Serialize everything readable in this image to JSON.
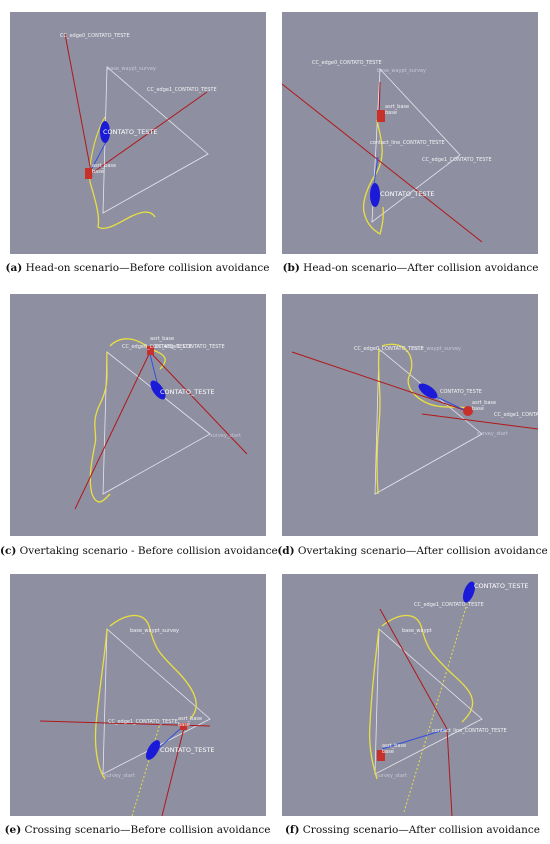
{
  "captions": [
    {
      "letter": "(a)",
      "text": " Head-on scenario—Before collision avoidance"
    },
    {
      "letter": "(b)",
      "text": " Head-on scenario—After collision avoidance"
    },
    {
      "letter": "(c)",
      "text": " Overtaking scenario - Before collision avoidance"
    },
    {
      "letter": "(d)",
      "text": " Overtaking scenario—After collision avoidance"
    },
    {
      "letter": "(e)",
      "text": " Crossing scenario—Before collision avoidance"
    },
    {
      "letter": "(f)",
      "text": " Crossing scenario—After collision avoidance"
    }
  ],
  "labels": {
    "cc_edge0": "CC_edge0_CONTATO_TESTE",
    "cc_edge1": "CC_edge1_CONTATO_TESTE",
    "cc_line": "contact_line_CONTATO_TESTE",
    "base_waypt_survey": "base_waypt_survey",
    "base_waypt": "base_waypt",
    "asrt_base": "asrt_base",
    "base": "base",
    "contato": "CONTATO_TESTE",
    "survey_start": "survey_start"
  },
  "colors": {
    "background": "#8f8fa2",
    "track": "#e8e040",
    "triangle": "#e6e6ee",
    "red_line": "#b01818",
    "own_ship": "#c8302a",
    "contact_ship": "#1a1ad8",
    "blue_line": "#3050e0"
  }
}
